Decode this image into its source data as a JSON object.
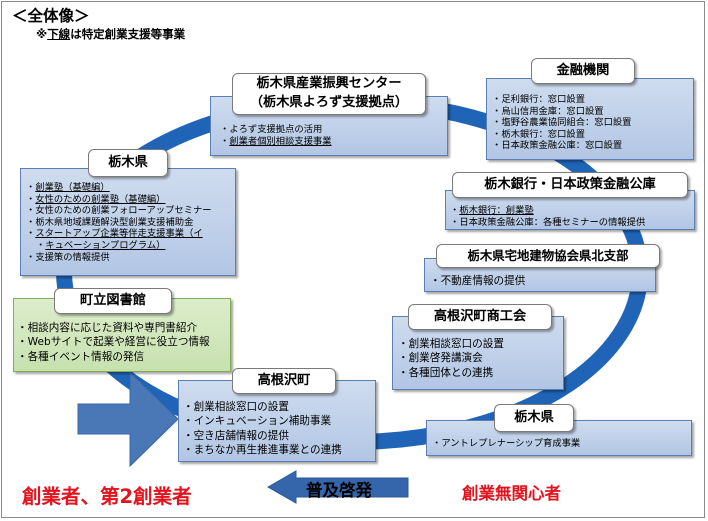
{
  "title": "＜全体像＞",
  "note": {
    "mark": "※",
    "underlined": "下線",
    "rest": "は特定創業支援等事業"
  },
  "colors": {
    "ring": "#1f64b7",
    "panel_blue": "#bccfe9",
    "panel_green": "#cde5b5",
    "accent_red": "#e3121c",
    "arrow_blue": "#3566ab"
  },
  "boxes": {
    "sangyo": {
      "title_line1": "栃木県産業振興センター",
      "title_line2": "（栃木県よろず支援拠点）",
      "items": [
        {
          "text": "よろず支援拠点の活用",
          "underline": false
        },
        {
          "text": "創業者個別相談支援事業",
          "underline": true
        }
      ]
    },
    "kinyu": {
      "title": "金融機関",
      "items": [
        {
          "text": "足利銀行：窓口設置"
        },
        {
          "text": "烏山信用金庫：窓口設置"
        },
        {
          "text": "塩野谷農業協同組合：窓口設置"
        },
        {
          "text": "栃木銀行：窓口設置"
        },
        {
          "text": "日本政策金融公庫：窓口設置"
        }
      ]
    },
    "tochigi_ken": {
      "title": "栃木県",
      "items": [
        {
          "text": "創業塾（基礎編）",
          "underline": true
        },
        {
          "text": "女性のための創業塾（基礎編）",
          "underline": true
        },
        {
          "text": "女性のための創業フォローアップセミナー",
          "underline": false
        },
        {
          "text": "栃木県地域課題解決型創業支援補助金",
          "underline": false
        },
        {
          "text": "スタートアップ企業等伴走支援事業（イ",
          "underline": true
        },
        {
          "text": "キュベーションプログラム）",
          "underline": true
        },
        {
          "text": "支援策の情報提供",
          "underline": false
        }
      ]
    },
    "ginko": {
      "title": "栃木銀行・日本政策金融公庫",
      "items": [
        {
          "text": "栃木銀行：創業塾",
          "underline": true
        },
        {
          "text": "日本政策金融公庫：各種セミナーの情報提供",
          "underline": false
        }
      ]
    },
    "takken": {
      "title": "栃木県宅地建物協会県北支部",
      "items": [
        {
          "text": "不動産情報の提供"
        }
      ]
    },
    "library": {
      "title": "町立図書館",
      "items": [
        {
          "text": "相談内容に応じた資料や専門書紹介"
        },
        {
          "text": "Webサイトで起業や経営に役立つ情報"
        },
        {
          "text": "各種イベント情報の発信"
        }
      ]
    },
    "shokokai": {
      "title": "高根沢町商工会",
      "items": [
        {
          "text": "創業相談窓口の設置"
        },
        {
          "text": "創業啓発講演会"
        },
        {
          "text": "各種団体との連携"
        }
      ]
    },
    "town": {
      "title": "高根沢町",
      "items": [
        {
          "text": "創業相談窓口の設置"
        },
        {
          "text": "インキュベーション補助事業"
        },
        {
          "text": "空き店舗情報の提供"
        },
        {
          "text": "まちなか再生推進事業との連携"
        }
      ]
    },
    "tochigi_ken2": {
      "title": "栃木県",
      "items": [
        {
          "text": "アントレプレナーシップ育成事業"
        }
      ]
    }
  },
  "bottom": {
    "left": "創業者、第2創業者",
    "center": "普及啓発",
    "right": "創業無関心者"
  }
}
